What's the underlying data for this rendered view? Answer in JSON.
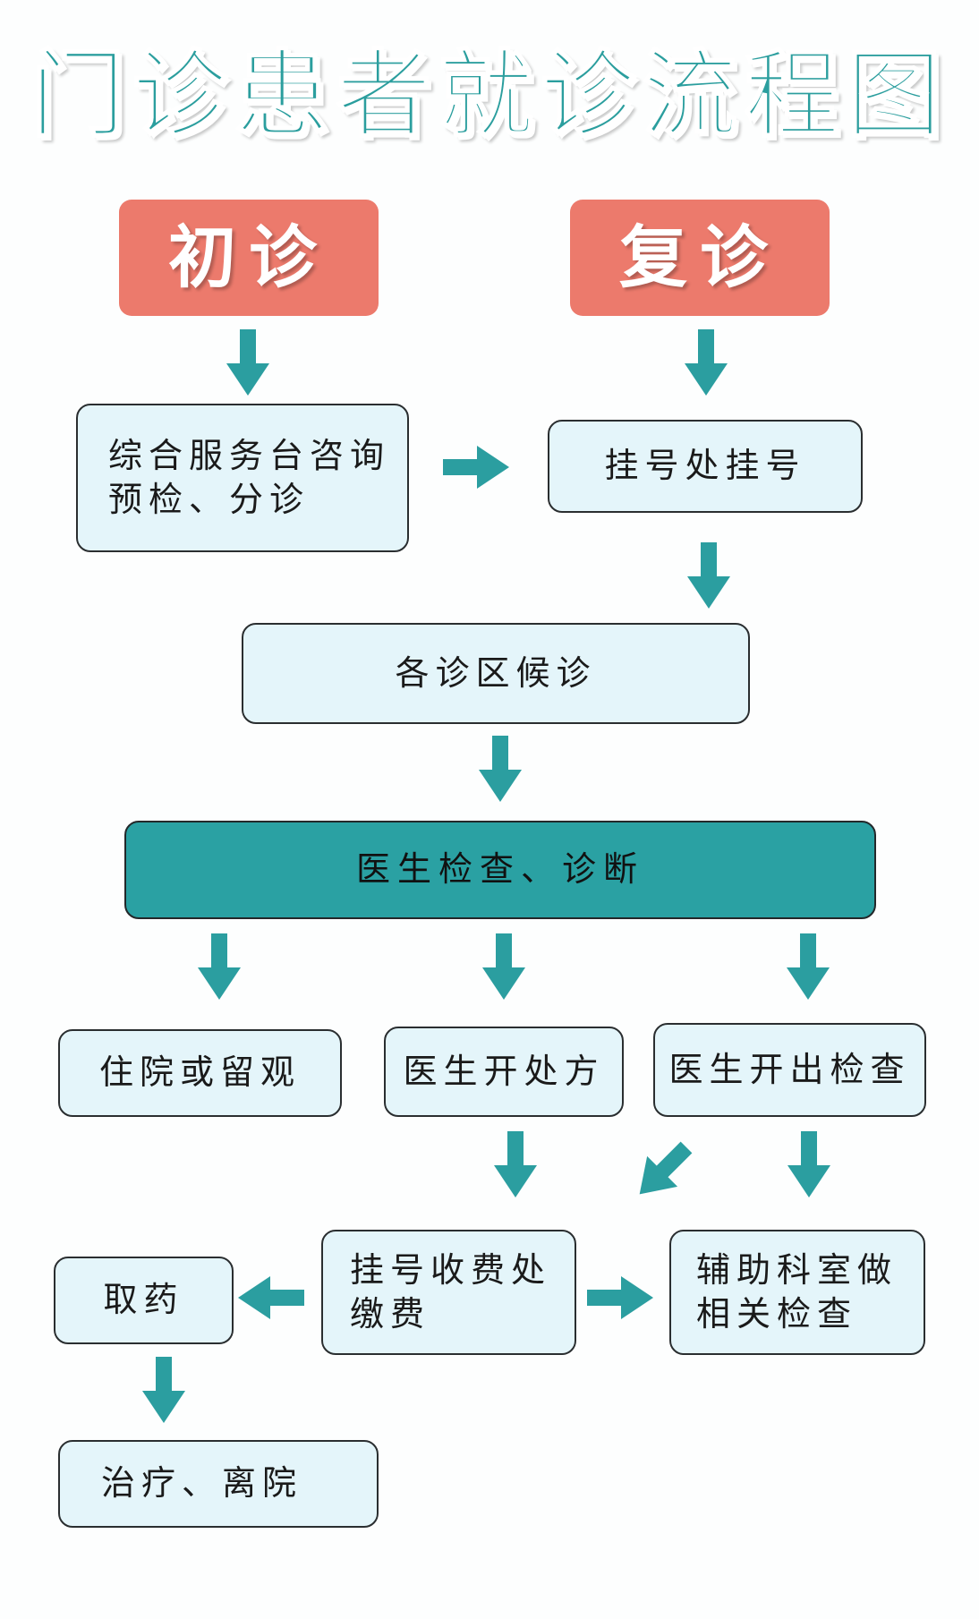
{
  "title": "门诊患者就诊流程图",
  "colors": {
    "teal": "#2aa1a3",
    "red": "#ec7a6c",
    "box": "#e4f5fa",
    "arrow": "#2b9ea0"
  },
  "nodes": {
    "first_visit": "初诊",
    "return_visit": "复诊",
    "service_desk": "综合服务台咨询\n预检、分诊",
    "registration": "挂号处挂号",
    "waiting": "各诊区候诊",
    "exam": "医生检查、诊断",
    "hospitalize": "住院或留观",
    "prescription": "医生开处方",
    "order_tests": "医生开出检查",
    "payment": "挂号收费处\n缴费",
    "medicine": "取药",
    "aux_exam": "辅助科室做\n相关检查",
    "discharge": "治疗、离院"
  }
}
